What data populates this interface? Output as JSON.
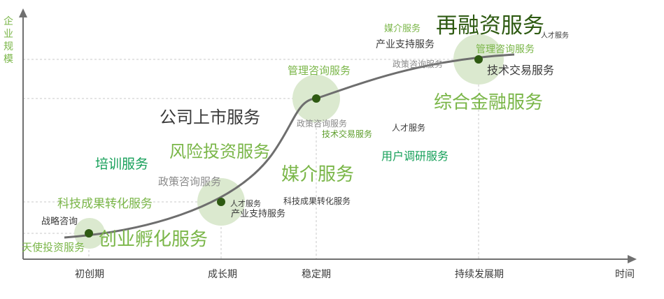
{
  "axes": {
    "y_label": [
      "企",
      "业",
      "规",
      "模"
    ],
    "x_label": "时间",
    "stages": [
      "初创期",
      "成长期",
      "稳定期",
      "持续发展期"
    ]
  },
  "stage_labels": {
    "s1_main": "创业孵化服务",
    "s1_angel": "天使投资服务",
    "s1_strategy": "战略咨询",
    "s1_tech_transfer": "科技成果转化服务",
    "s1_training": "培训服务",
    "s2_policy": "政策咨询服务",
    "s2_vc": "风险投资服务",
    "s2_talent": "人才服务",
    "s2_industry": "产业支持服务",
    "s2_tech_transfer": "科技成果转化服务",
    "s3_ipo": "公司上市服务",
    "s3_mgmt": "管理咨询服务",
    "s3_policy": "政策咨询服务",
    "s3_tech_trade": "技术交易服务",
    "s3_media": "媒介服务",
    "s3_talent": "人才服务",
    "s3_user_research": "用户调研服务",
    "s4_media": "媒介服务",
    "s4_industry": "产业支持服务",
    "s4_refinance": "再融资服务",
    "s4_talent": "人才服务",
    "s4_mgmt": "管理咨询服务",
    "s4_policy": "政策咨询服务",
    "s4_tech_trade": "技术交易服务",
    "s4_finance": "综合金融服务"
  },
  "colors": {
    "axis": "#707070",
    "curve": "#6e6e6e",
    "dot": "#2e5a12",
    "halo": "#dbe9cf",
    "light_green": "#7ab648",
    "teal_green": "#17a05a",
    "mid_green": "#5e9e2c",
    "gray": "#8a8a8a",
    "dark": "#3a3a3a",
    "guide": "#c8c8c8"
  }
}
